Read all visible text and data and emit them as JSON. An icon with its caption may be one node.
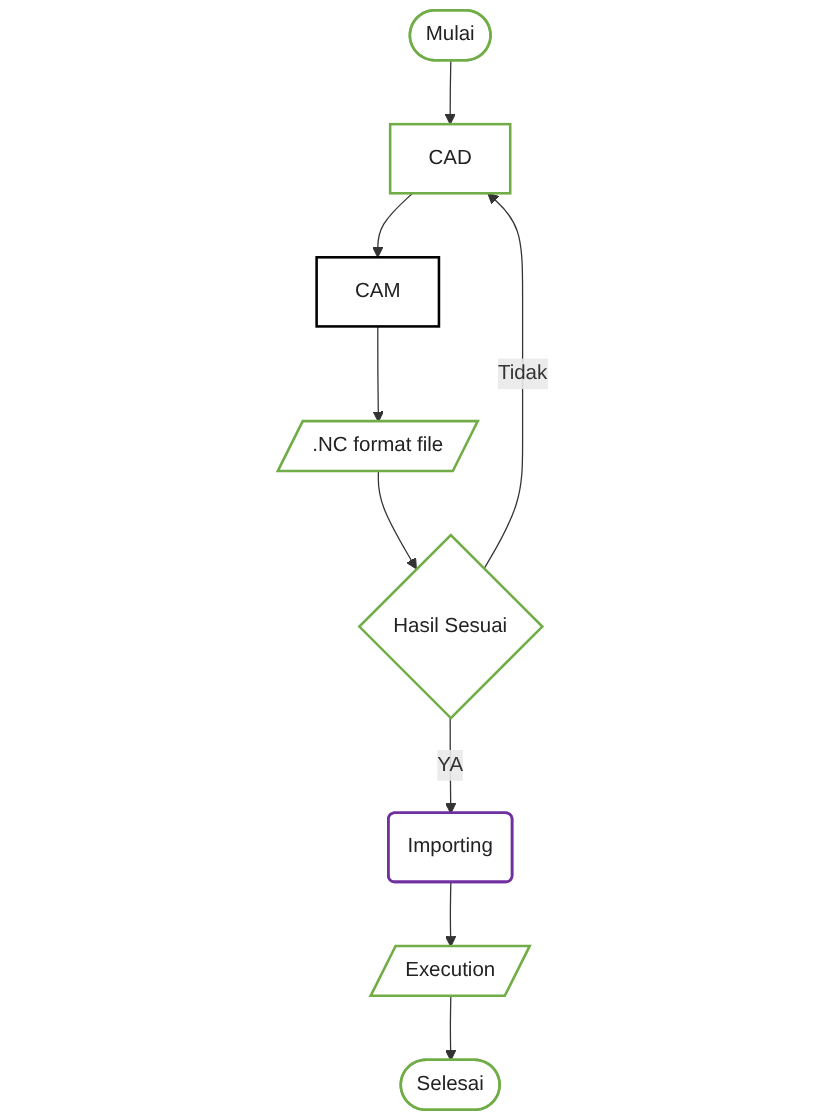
{
  "diagram": {
    "nodes": [
      {
        "text": [
          "Mulai"
        ]
      },
      {
        "text": [
          "CAD"
        ]
      },
      {
        "text": [
          "CAM"
        ]
      },
      {
        "text": [
          ".NC format file"
        ]
      },
      {
        "text": [
          "Hasil Sesuai"
        ]
      },
      {
        "text": [
          "Importing"
        ]
      },
      {
        "text": [
          "Execution"
        ]
      },
      {
        "text": [
          "Selesai"
        ]
      }
    ],
    "edges": [
      {
        "from": 0,
        "to": 1,
        "arrow": "to"
      },
      {
        "from": 1,
        "to": 2,
        "arrow": "to"
      },
      {
        "from": 2,
        "to": 3,
        "arrow": "to"
      },
      {
        "from": 3,
        "to": 4,
        "arrow": "to"
      },
      {
        "from": 4,
        "to": 1,
        "label": "Tidak",
        "arrow": "to"
      },
      {
        "from": 4,
        "to": 5,
        "label": "YA",
        "arrow": "to"
      },
      {
        "from": 5,
        "to": 6,
        "arrow": "to"
      },
      {
        "from": 6,
        "to": 7,
        "arrow": "to"
      }
    ]
  }
}
